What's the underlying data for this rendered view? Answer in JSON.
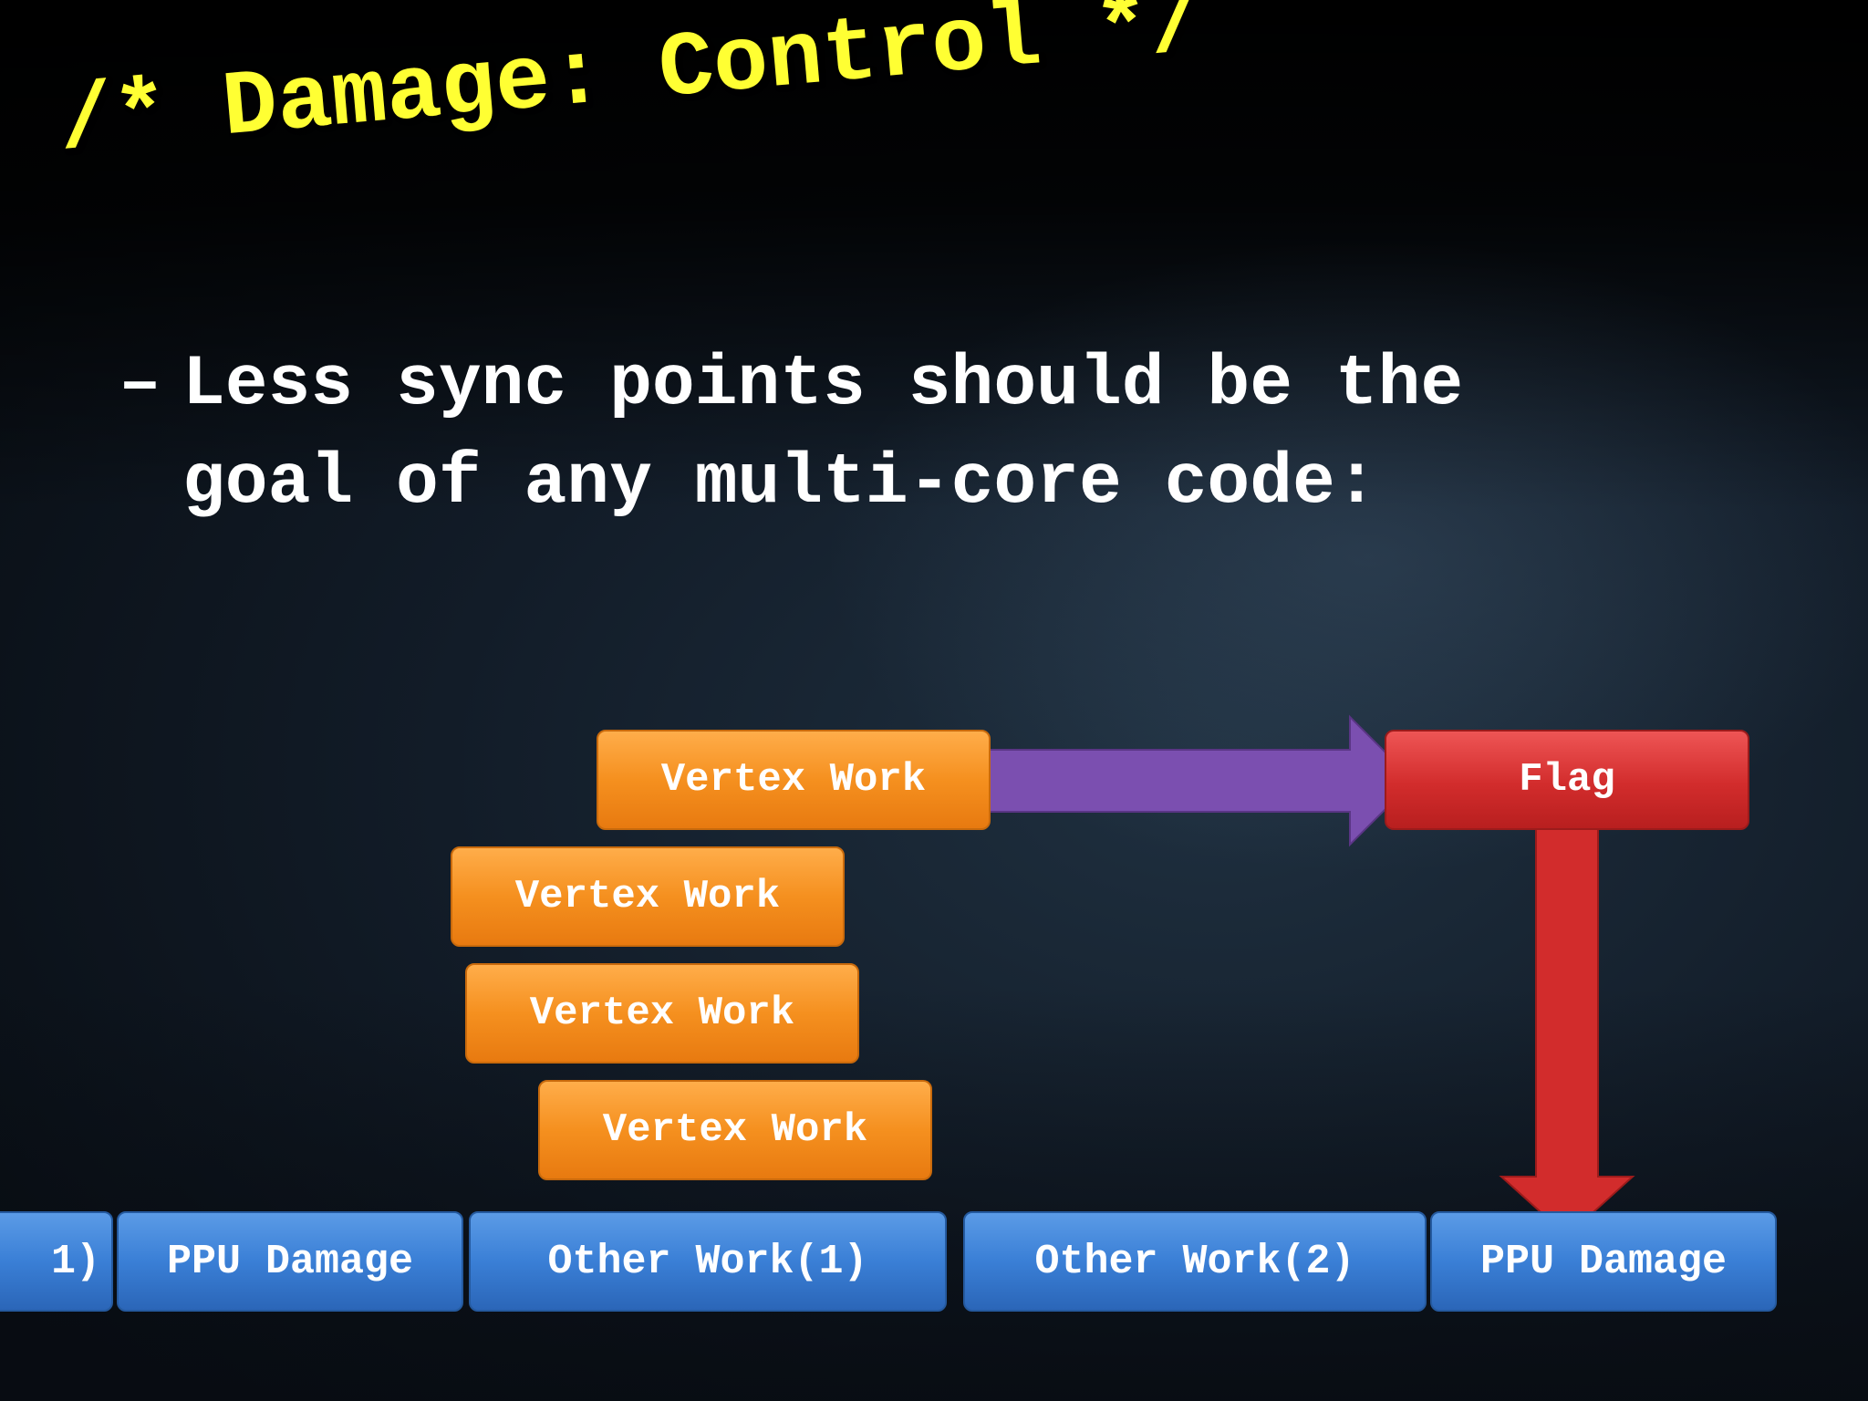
{
  "slide": {
    "title": "/* Damage: Control */",
    "bullet_marker": "–",
    "bullet_lines": [
      "Less sync points should be the",
      "goal of any multi-core code:"
    ]
  },
  "diagram": {
    "vertex_boxes": [
      "Vertex Work",
      "Vertex Work",
      "Vertex Work",
      "Vertex Work"
    ],
    "flag_label": "Flag",
    "timeline": [
      "1)",
      "PPU Damage",
      "Other Work(1)",
      "Other Work(2)",
      "PPU Damage"
    ],
    "colors": {
      "title": "#ffff33",
      "vertex": "#f5901f",
      "flag": "#d22c2c",
      "timeline": "#3a7fd6",
      "arrow_right": "#7b4fb0",
      "arrow_down": "#d22c2c"
    }
  }
}
